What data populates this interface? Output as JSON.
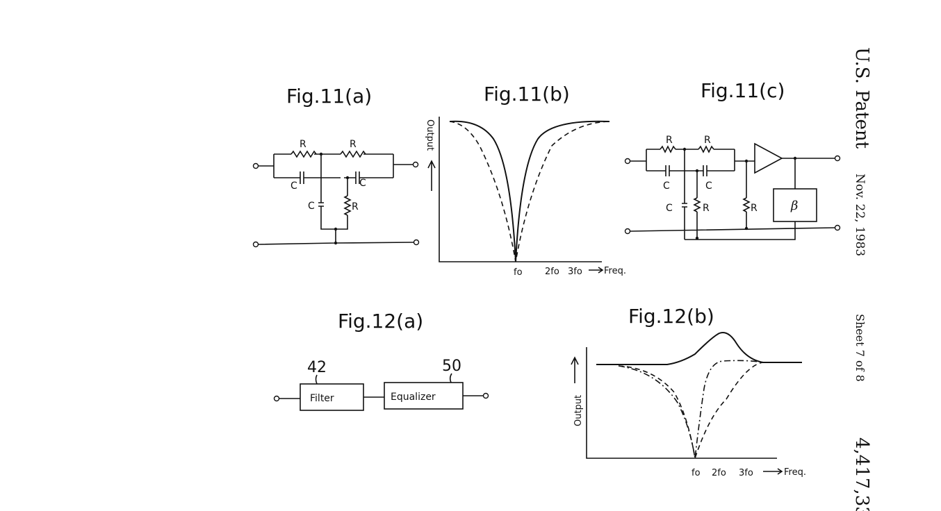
{
  "sidebar": {
    "patent": "U.S. Patent",
    "date": "Nov. 22, 1983",
    "sheet": "Sheet 7 of 8",
    "number": "4,417,33"
  },
  "fig11a": {
    "title": "Fig.11(a)",
    "r1": "R",
    "r2": "R",
    "r3": "R",
    "c1": "C",
    "c2": "C",
    "c3": "C"
  },
  "fig11b": {
    "title": "Fig.11(b)",
    "ylabel": "Output",
    "ticks": [
      "fo",
      "2fo",
      "3fo"
    ],
    "xlabel": "Freq."
  },
  "fig11c": {
    "title": "Fig.11(c)",
    "r1": "R",
    "r2": "R",
    "r3": "R",
    "r4": "R",
    "c1": "C",
    "c2": "C",
    "c3": "C",
    "beta": "β"
  },
  "fig12a": {
    "title": "Fig.12(a)",
    "filter_ref": "42",
    "filter_label": "Filter",
    "eq_ref": "50",
    "eq_label": "Equalizer"
  },
  "fig12b": {
    "title": "Fig.12(b)",
    "ylabel": "Output",
    "ticks": [
      "fo",
      "2fo",
      "3fo"
    ],
    "xlabel": "Freq."
  }
}
